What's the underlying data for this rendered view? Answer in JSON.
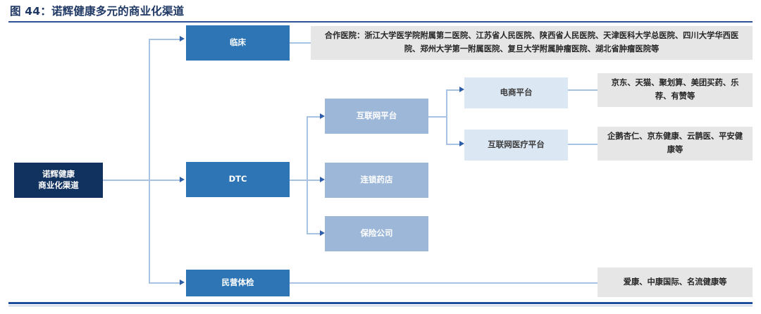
{
  "figure": {
    "title": "图 44：诺辉健康多元的商业化渠道",
    "accent_color": "#1F3864",
    "rule_color": "#2E5395"
  },
  "colors": {
    "root_box": "#11315F",
    "level1_box": "#2E75B6",
    "level2_box": "#9DB7D9",
    "level3_box": "#DCE7F4",
    "detail_panel": "#E7E6E6",
    "connector": "#A8C2E4",
    "arrow": "#2E5EA8"
  },
  "diagram": {
    "type": "tree",
    "root": {
      "label_line1": "诺辉健康",
      "label_line2": "商业化渠道"
    },
    "branches": [
      {
        "id": "clinical",
        "label": "临床",
        "detail": "合作医院：浙江大学医学院附属第二医院、江苏省人民医院、陕西省人民医院、天津医科大学总医院、四川大学华西医院、郑州大学第一附属医院、复旦大学附属肿瘤医院、湖北省肿瘤医院等"
      },
      {
        "id": "dtc",
        "label": "DTC",
        "children": [
          {
            "id": "internet-platform",
            "label": "互联网平台",
            "children": [
              {
                "id": "ecommerce-platform",
                "label": "电商平台",
                "detail": "京东、天猫、聚划算、美团买药、乐荐、有赞等"
              },
              {
                "id": "internet-medical-platform",
                "label": "互联网医疗平台",
                "detail": "企鹅杏仁、京东健康、云鹊医、平安健康等"
              }
            ]
          },
          {
            "id": "chain-pharmacy",
            "label": "连锁药店"
          },
          {
            "id": "insurance-company",
            "label": "保险公司"
          }
        ]
      },
      {
        "id": "private-checkup",
        "label": "民营体检",
        "detail": "爱康、中康国际、名流健康等"
      }
    ]
  }
}
